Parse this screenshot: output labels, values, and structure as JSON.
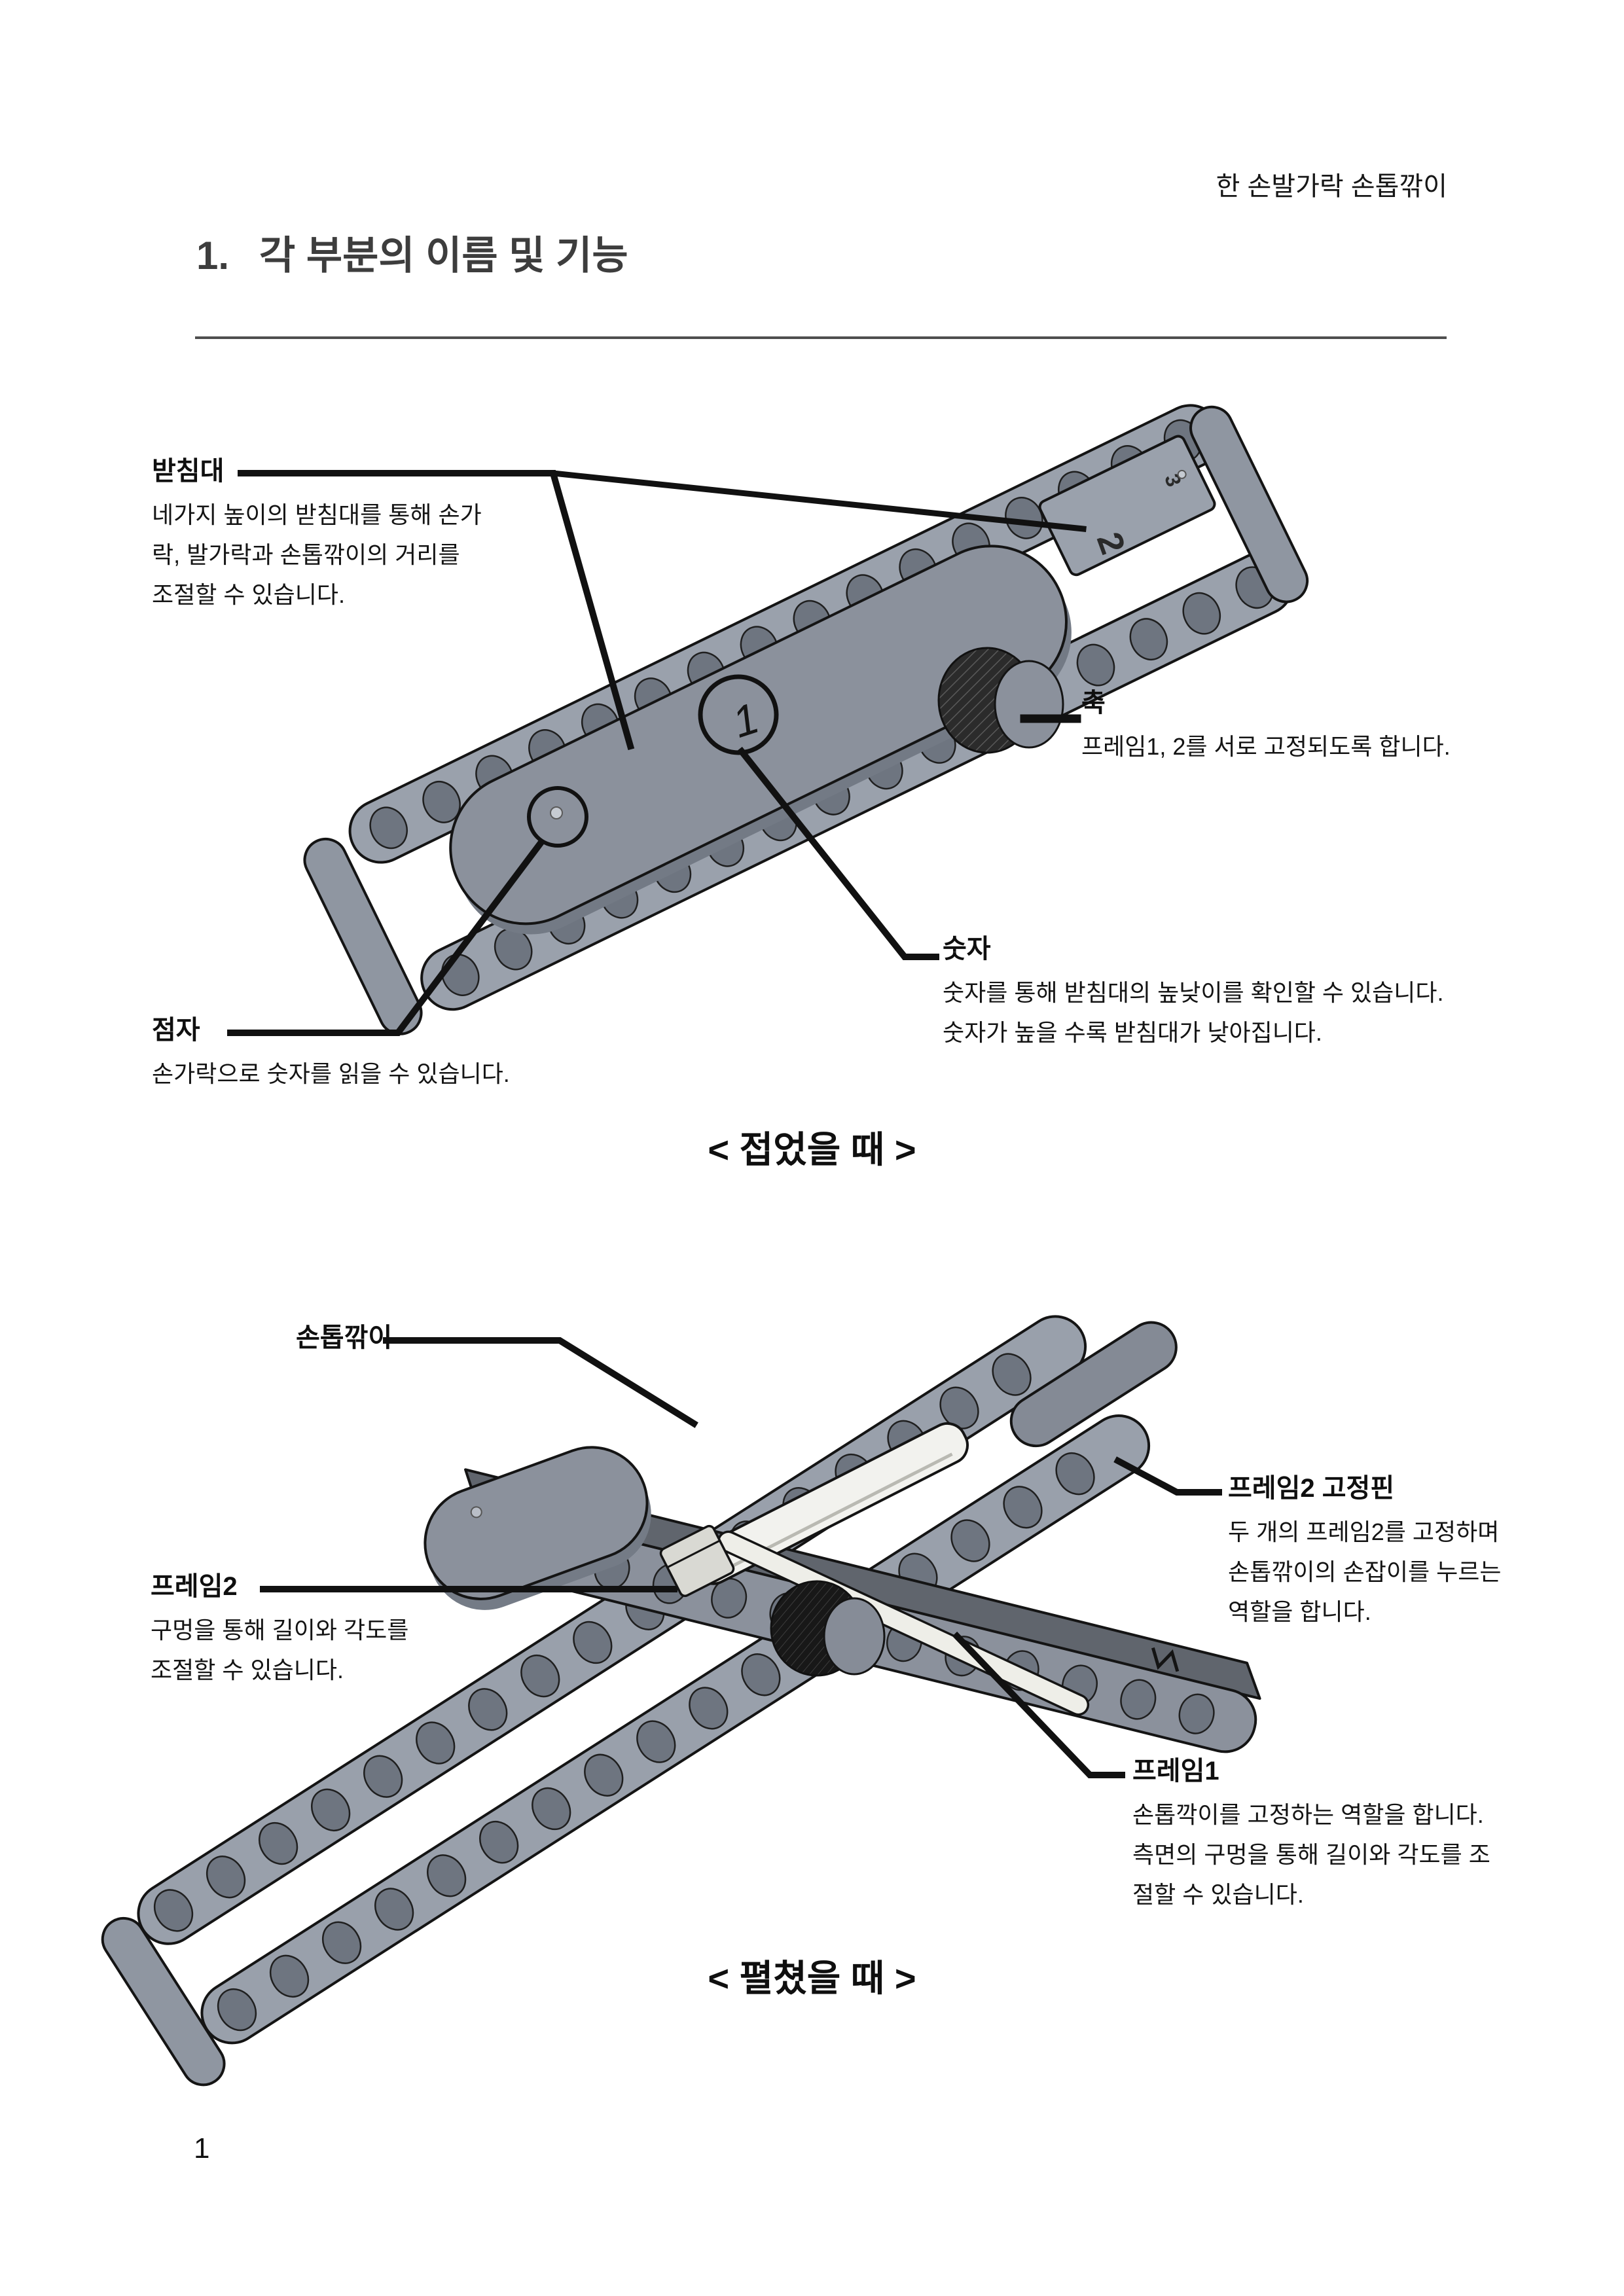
{
  "page": {
    "header": "한 손발가락 손톱깎이",
    "title_number": "1.",
    "title_text": "각 부분의 이름 및 기능",
    "page_number": "1"
  },
  "diagram_folded": {
    "caption": "< 접었을 때  >",
    "marks": {
      "height_number": "1",
      "plate_number": "2",
      "plate_number_small": "3"
    },
    "labels": {
      "support": {
        "name": "받침대",
        "desc": "네가지 높이의 받침대를 통해 손가\n락, 발가락과 손톱깎이의 거리를\n조절할 수 있습니다."
      },
      "axis": {
        "name": "축",
        "desc": "프레임1, 2를 서로 고정되도록 합니다."
      },
      "number": {
        "name": "숫자",
        "desc": "숫자를 통해 받침대의 높낮이를 확인할 수 있습니다.\n숫자가 높을 수록 받침대가 낮아집니다."
      },
      "braille": {
        "name": "점자",
        "desc": "손가락으로 숫자를 읽을 수 있습니다."
      }
    }
  },
  "diagram_unfolded": {
    "caption": "< 펼쳤을 때  >",
    "labels": {
      "clipper": {
        "name": "손톱깎이",
        "desc": ""
      },
      "frame2_pin": {
        "name": "프레임2 고정핀",
        "desc": "두 개의 프레임2를 고정하며\n손톱깎이의 손잡이를 누르는\n역할을 합니다."
      },
      "frame2": {
        "name": "프레임2",
        "desc": "구멍을 통해 길이와 각도를\n조절할 수 있습니다."
      },
      "frame1": {
        "name": "프레임1",
        "desc": "손톱깍이를 고정하는 역할을 합니다.\n측면의 구멍을 통해 길이와 각도를 조\n절할 수 있습니다."
      }
    }
  },
  "colors": {
    "rail_gray": "#9aa1ac",
    "device_gray": "#8b919c",
    "hole_gray": "#6e7580",
    "handle_gray": "#8f96a1",
    "outline": "#141414",
    "knob_dark": "#2e2e2e",
    "clipper_ivory": "#f2f2ee",
    "title_color": "#3d3d3d",
    "rule_color": "#4f4f4f"
  }
}
